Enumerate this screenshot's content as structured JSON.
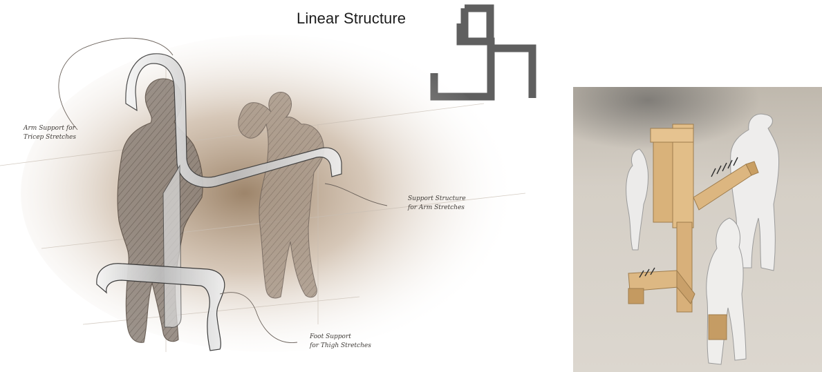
{
  "title": "Linear Structure",
  "annotations": {
    "arm_support": {
      "line1": "Arm Support for",
      "line2": "Tricep Stretches"
    },
    "support_structure": {
      "line1": "Support Structure",
      "line2": "for Arm Stretches"
    },
    "foot_support": {
      "line1": "Foot Support",
      "line2": "for Thigh Stretches"
    }
  },
  "colors": {
    "glyph": "#5f5f5f",
    "figure_fill": "#9a8f84",
    "shadow": "#8c6f50",
    "wood": "#d9b27a",
    "floor": "#d8d3cb"
  }
}
